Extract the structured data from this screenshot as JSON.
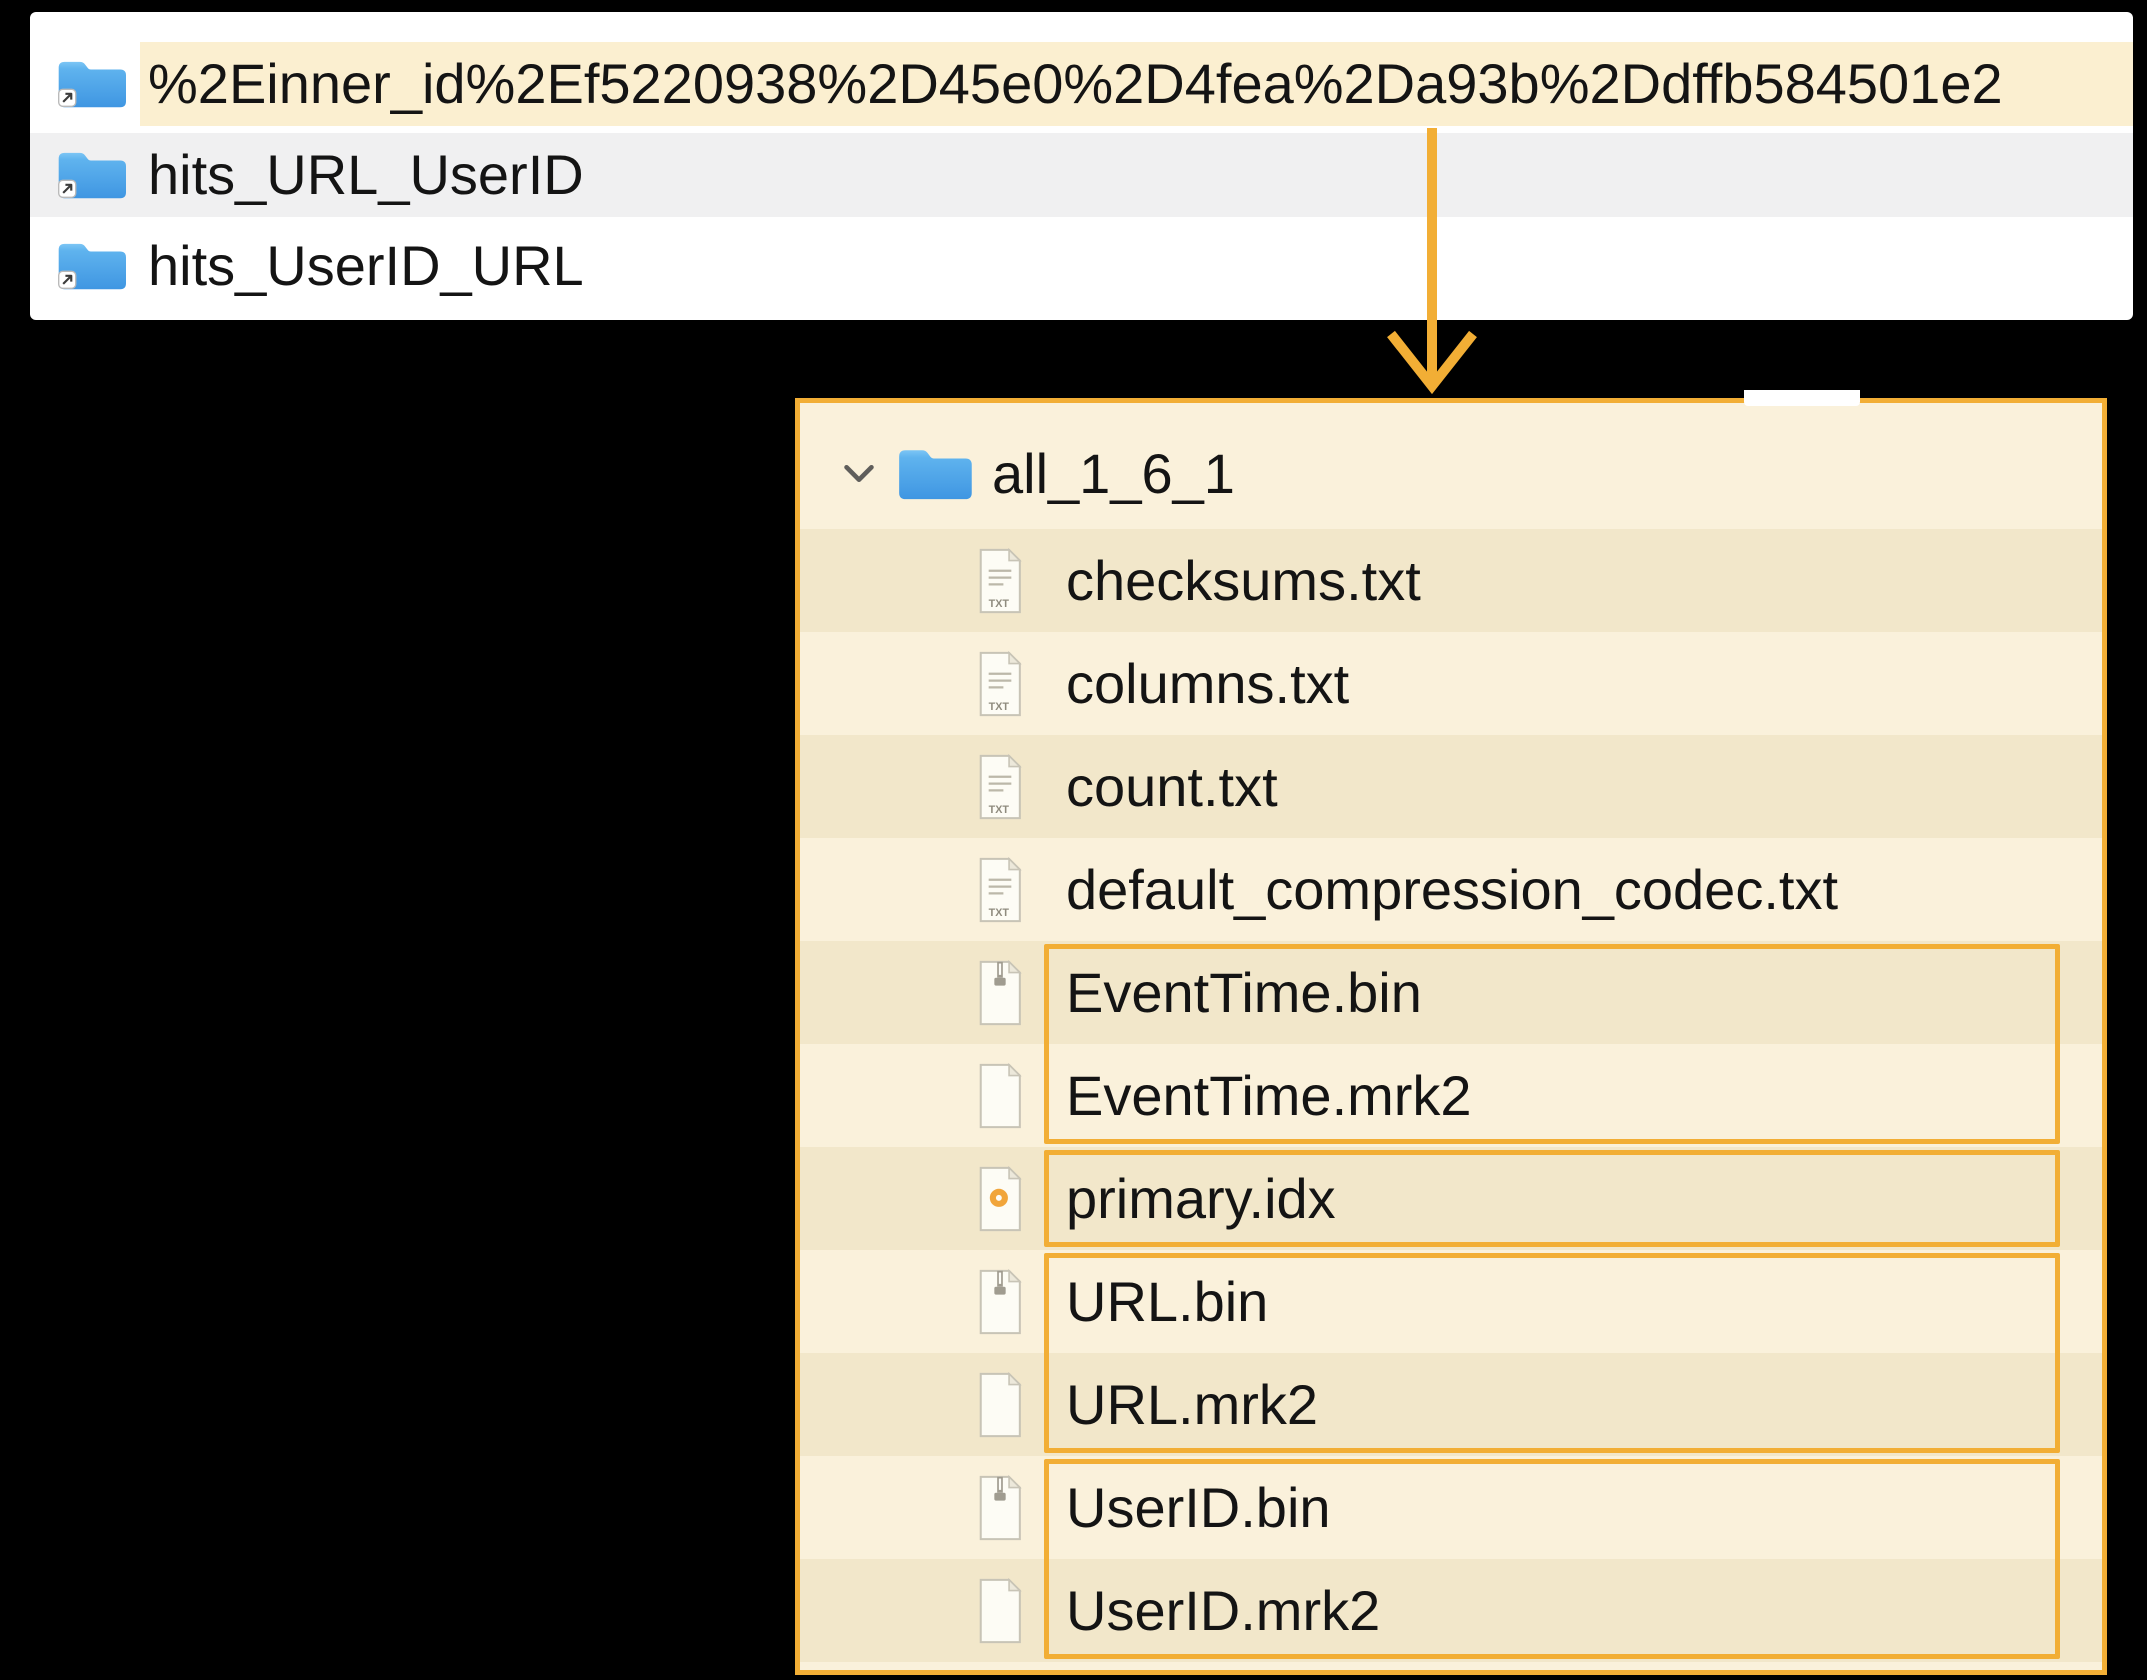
{
  "colors": {
    "accent": "#f2ae35",
    "highlight": "#fbefd0",
    "panel_bg": "#faf1db",
    "stripe": "#f2e7ca",
    "zebra_gray": "#f0f0f1",
    "folder_blue_light": "#7cc5f5",
    "folder_blue_dark": "#3f96e2",
    "text": "#141414"
  },
  "finder_list": {
    "rows": [
      {
        "label": "%2Einner_id%2Ef5220938%2D45e0%2D4fea%2Da93b%2Ddffb584501e2",
        "icon": "folder-alias",
        "highlighted": true
      },
      {
        "label": "hits_URL_UserID",
        "icon": "folder-alias",
        "highlighted": false
      },
      {
        "label": "hits_UserID_URL",
        "icon": "folder-alias",
        "highlighted": false
      }
    ]
  },
  "tree": {
    "root": {
      "label": "all_1_6_1",
      "icon": "folder",
      "expanded": true
    },
    "rows": [
      {
        "label": "checksums.txt",
        "icon": "txt"
      },
      {
        "label": "columns.txt",
        "icon": "txt"
      },
      {
        "label": "count.txt",
        "icon": "txt"
      },
      {
        "label": "default_compression_codec.txt",
        "icon": "txt"
      },
      {
        "label": "EventTime.bin",
        "icon": "bin"
      },
      {
        "label": "EventTime.mrk2",
        "icon": "mrk"
      },
      {
        "label": "primary.idx",
        "icon": "idx"
      },
      {
        "label": "URL.bin",
        "icon": "bin"
      },
      {
        "label": "URL.mrk2",
        "icon": "mrk"
      },
      {
        "label": "UserID.bin",
        "icon": "bin"
      },
      {
        "label": "UserID.mrk2",
        "icon": "mrk"
      }
    ],
    "highlight_groups": [
      {
        "start": 4,
        "end": 5
      },
      {
        "start": 6,
        "end": 6
      },
      {
        "start": 7,
        "end": 8
      },
      {
        "start": 9,
        "end": 10
      }
    ]
  }
}
